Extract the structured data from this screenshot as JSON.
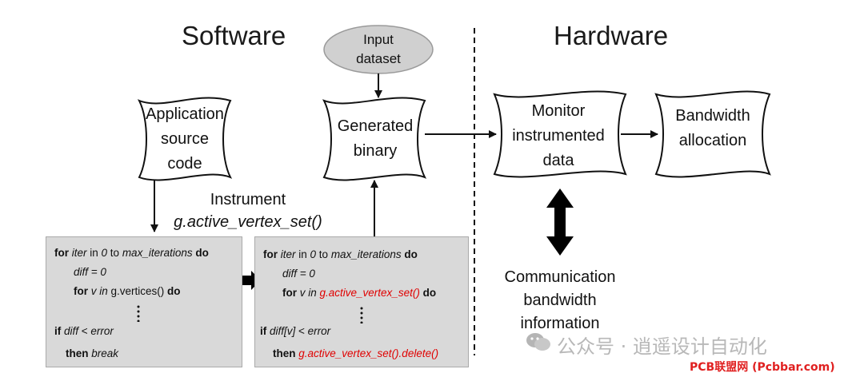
{
  "titles": {
    "software": "Software",
    "hardware": "Hardware"
  },
  "nodes": {
    "input_dataset": [
      "Input",
      "dataset"
    ],
    "app_source": [
      "Application",
      "source",
      "code"
    ],
    "generated_binary": [
      "Generated",
      "binary"
    ],
    "monitor": [
      "Monitor",
      "instrumented",
      "data"
    ],
    "bandwidth_alloc": [
      "Bandwidth",
      "allocation"
    ]
  },
  "instrument_label": {
    "line1": "Instrument",
    "line2": "g.active_vertex_set()"
  },
  "comm_label": [
    "Communication",
    "bandwidth",
    "information"
  ],
  "code_left": {
    "l1": {
      "kw1": "for",
      "v1": " iter",
      "t1": " in ",
      "v2": "0",
      "t2": " to ",
      "v3": "max_iterations",
      "kw2": " do"
    },
    "l2": "diff = 0",
    "l3": {
      "kw1": "for",
      "v1": " v in ",
      "v2": "g.vertices()",
      "kw2": " do"
    },
    "l4": {
      "kw1": "if",
      "v1": " diff",
      "t1": " < ",
      "v2": "error"
    },
    "l5": {
      "kw1": "then",
      "v1": " break"
    }
  },
  "code_right": {
    "l1": {
      "kw1": "for",
      "v1": " iter",
      "t1": " in ",
      "v2": "0",
      "t2": " to ",
      "v3": "max_iterations",
      "kw2": " do"
    },
    "l2": "diff = 0",
    "l3": {
      "kw1": "for",
      "v1": " v in ",
      "red": "g.active_vertex_set()",
      "kw2": "  do"
    },
    "l4": {
      "kw1": "if",
      "v1": " diff[v]",
      "t1": " < ",
      "v2": "error"
    },
    "l5": {
      "kw1": "then",
      "red": " g.active_vertex_set().delete()"
    }
  },
  "watermark": {
    "text": "公众号 · 逍遥设计自动化",
    "site": "PCB联盟网 (Pcbbar.com)"
  },
  "colors": {
    "ellipse_fill": "#d0d0d0",
    "code_bg": "#d9d9d9",
    "highlight": "#e00000",
    "site_red": "#e02020"
  }
}
